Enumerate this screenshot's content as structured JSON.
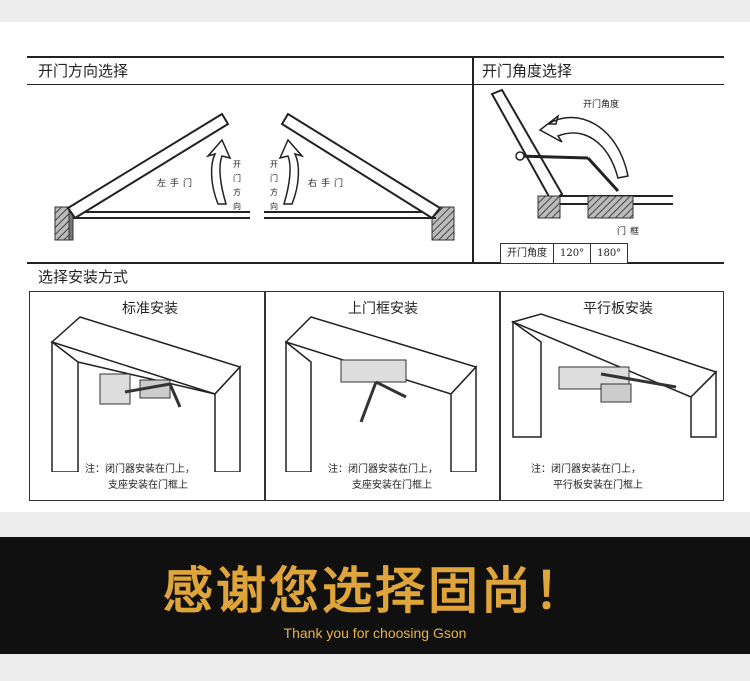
{
  "sections": {
    "open_direction": "开门方向选择",
    "open_angle": "开门角度选择",
    "install": "选择安装方式"
  },
  "direction": {
    "left_label": "左手门",
    "right_label": "右手门",
    "arrow_label": "开门方向"
  },
  "angle": {
    "arrow_label": "开门角度",
    "frame_label": "门框",
    "table": [
      "开门角度",
      "120°",
      "180°"
    ]
  },
  "panels": [
    {
      "title": "标准安装",
      "note": [
        "注：闭门器安装在门上，",
        "支座安装在门框上"
      ]
    },
    {
      "title": "上门框安装",
      "note": [
        "注：闭门器安装在门上，",
        "支座安装在门框上"
      ]
    },
    {
      "title": "平行板安装",
      "note": [
        "注：闭门器安装在门上，",
        "平行板安装在门框上"
      ]
    }
  ],
  "banner": {
    "title": "感谢您选择固尚！",
    "subtitle": "Thank you for choosing Gson"
  },
  "colors": {
    "accent": "#e0a53a",
    "banner_bg": "#101010"
  }
}
